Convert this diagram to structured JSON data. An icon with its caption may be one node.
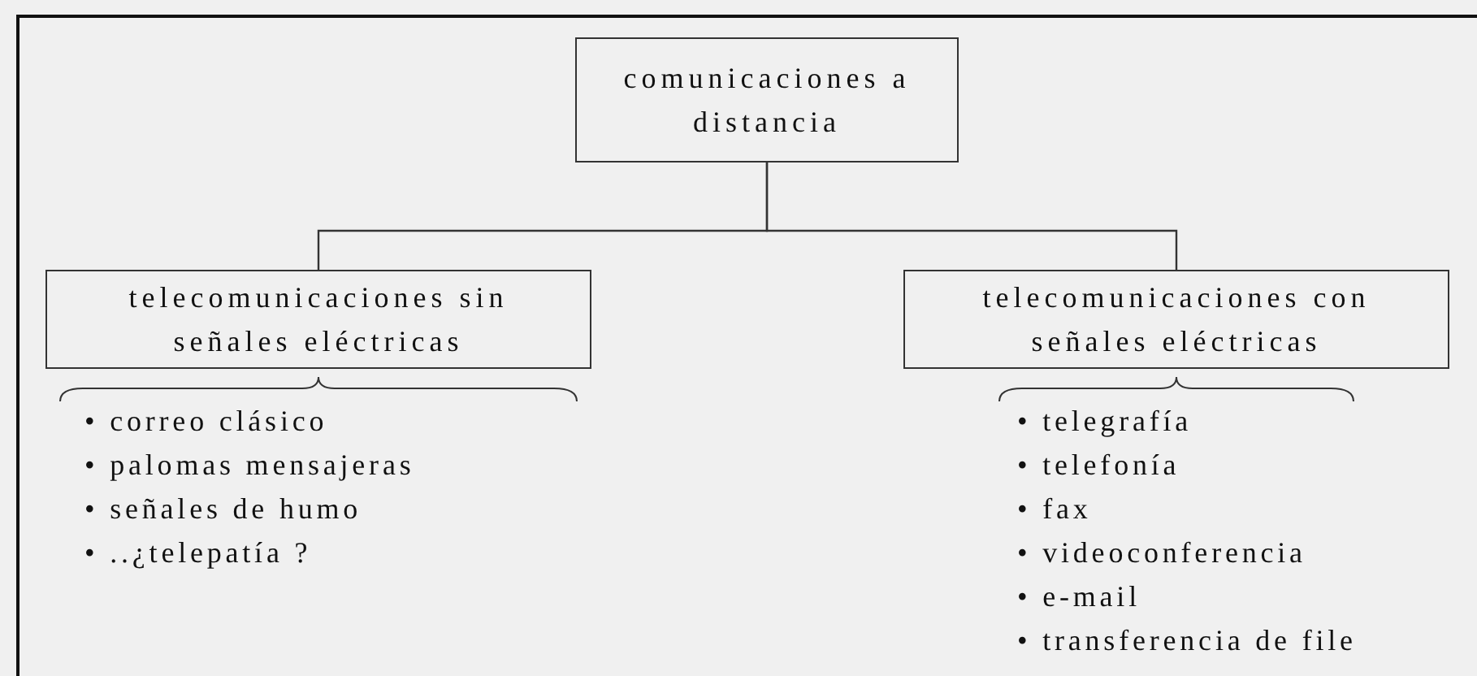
{
  "diagram": {
    "nodes": [
      {
        "text": [
          "comunicaciones a distancia"
        ]
      },
      {
        "text": [
          "telecomunicaciones sin señales eléctricas"
        ]
      },
      {
        "text": [
          "telecomunicaciones con señales eléctricas"
        ]
      }
    ],
    "edges": [
      {
        "from": 0,
        "to": 1,
        "arrow": "none"
      },
      {
        "from": 0,
        "to": 2,
        "arrow": "none"
      }
    ],
    "labels": [
      "• correo clásico",
      "• telegrafía",
      "• palomas mensajeras",
      "• telefonía",
      "• señales de humo",
      "• fax",
      "• ..¿telepatía ?",
      "• videoconferencia",
      "• e-mail",
      "• transferencia de file"
    ]
  }
}
